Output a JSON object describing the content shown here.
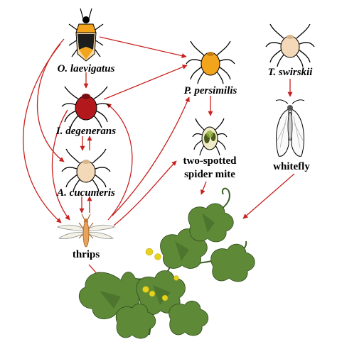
{
  "colors": {
    "arrow": "#c8201e",
    "predator_orange": "#f2a51c",
    "mite_red": "#b3191c",
    "mite_pale": "#f4d9b8",
    "thrips": "#e8a25a",
    "leaf": "#5e8a38",
    "leaf_dark": "#3d6124",
    "flower": "#e6d21c",
    "spider_mite": "#8fae3a"
  },
  "nodes": {
    "o_laevigatus": {
      "label": "O. laevigatus",
      "icon": "orius-bug-icon"
    },
    "i_degenerans": {
      "label": "I. degenerans",
      "icon": "red-predatory-mite-icon"
    },
    "a_cucumeris": {
      "label": "A. cucumeris",
      "icon": "pale-predatory-mite-icon"
    },
    "p_persimilis": {
      "label": "P. persimilis",
      "icon": "orange-predatory-mite-icon"
    },
    "t_swirskii": {
      "label": "T. swirskii",
      "icon": "pale-predatory-mite-icon"
    },
    "spider_mite": {
      "label_lines": [
        "two-spotted",
        "spider mite"
      ],
      "icon": "spider-mite-icon"
    },
    "whitefly": {
      "label": "whitefly",
      "icon": "whitefly-icon"
    },
    "thrips": {
      "label": "thrips",
      "icon": "thrips-icon"
    },
    "plant": {
      "icon": "cucumber-plant-icon"
    }
  }
}
